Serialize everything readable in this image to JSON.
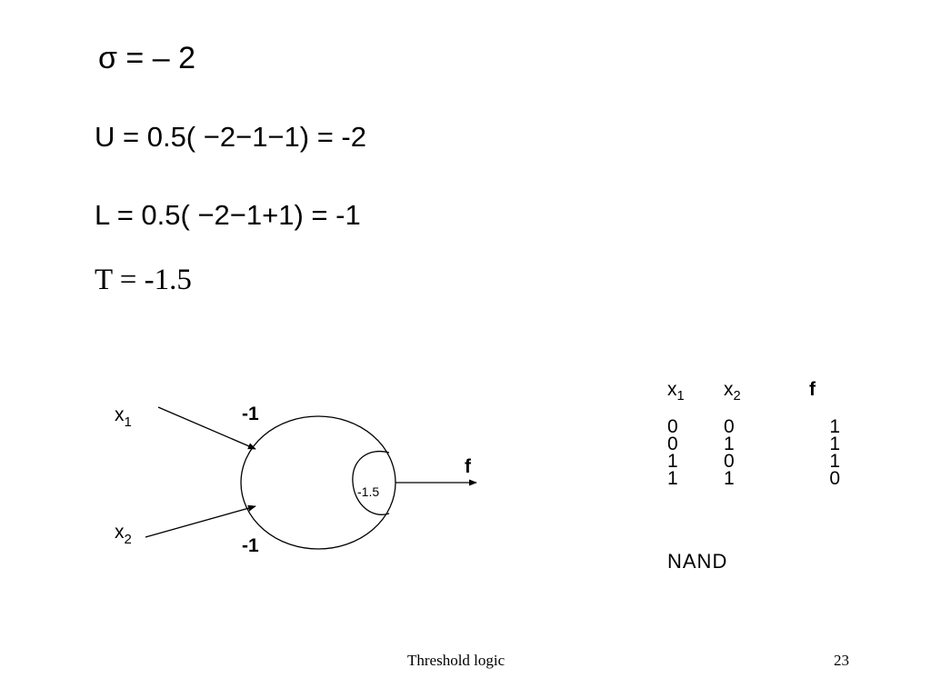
{
  "equations": {
    "sigma": "σ = – 2",
    "u": "U = 0.5( −2−1−1) = -2",
    "l": "L = 0.5( −2−1+1) = -1",
    "t": "T = -1.5"
  },
  "diagram": {
    "input1": {
      "symbol": "x",
      "subscript": "1",
      "weight": "-1"
    },
    "input2": {
      "symbol": "x",
      "subscript": "2",
      "weight": "-1"
    },
    "threshold": "-1.5",
    "output": "f"
  },
  "truth_table": {
    "headers": [
      {
        "symbol": "x",
        "subscript": "1"
      },
      {
        "symbol": "x",
        "subscript": "2"
      },
      {
        "symbol": "f",
        "subscript": ""
      }
    ],
    "rows": [
      [
        "0",
        "0",
        "1"
      ],
      [
        "0",
        "1",
        "1"
      ],
      [
        "1",
        "0",
        "1"
      ],
      [
        "1",
        "1",
        "0"
      ]
    ],
    "label": "NAND"
  },
  "footer": {
    "title": "Threshold logic",
    "page": "23"
  }
}
